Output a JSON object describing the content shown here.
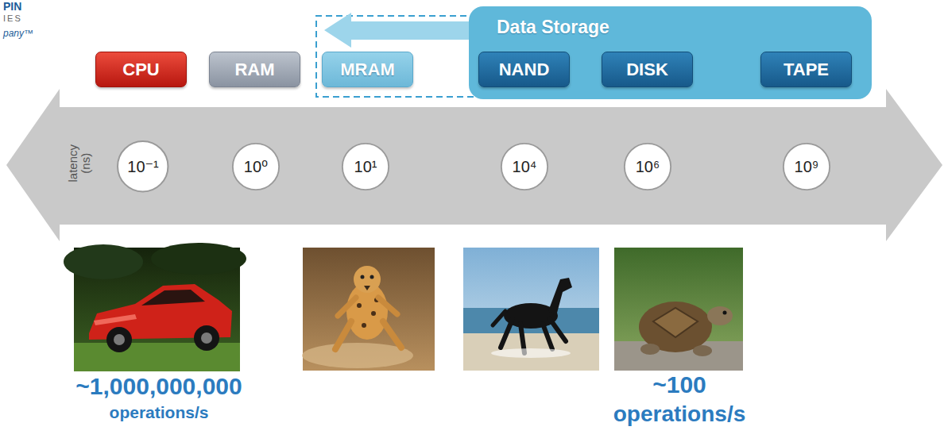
{
  "diagram": {
    "nodes": [
      {
        "text": [
          "CPU"
        ]
      },
      {
        "text": [
          "RAM"
        ]
      },
      {
        "text": [
          "MRAM"
        ]
      },
      {
        "text": [
          "Data Storage"
        ]
      },
      {
        "text": [
          "NAND"
        ],
        "in": 3
      },
      {
        "text": [
          "DISK"
        ],
        "in": 3
      },
      {
        "text": [
          "TAPE"
        ],
        "in": 3
      },
      {
        "text": [
          "10⁻¹"
        ]
      },
      {
        "text": [
          "10⁰"
        ]
      },
      {
        "text": [
          "10¹"
        ]
      },
      {
        "text": [
          "10⁴"
        ]
      },
      {
        "text": [
          "10⁶"
        ]
      },
      {
        "text": [
          "10⁹"
        ]
      }
    ],
    "labels": [
      "PIN",
      "IES",
      "pany™",
      "latency (ns)",
      "~1,000,000,000",
      "operations/s",
      "~100",
      "operations/s"
    ]
  }
}
